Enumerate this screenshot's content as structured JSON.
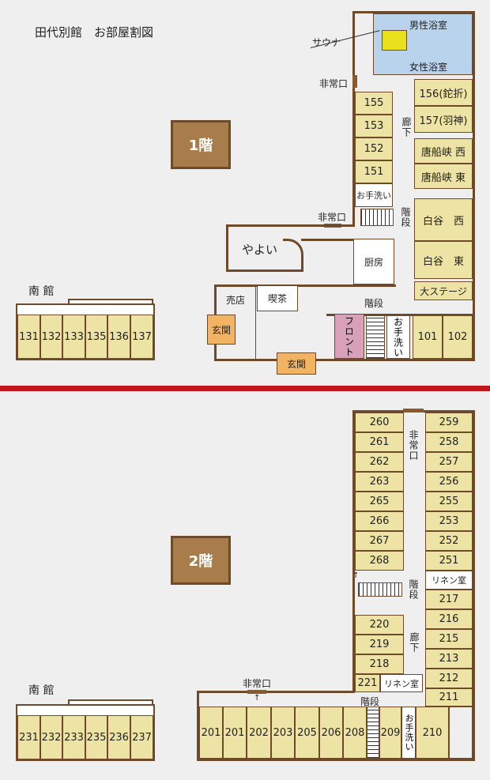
{
  "title": "田代別館　お部屋割図",
  "floor1": {
    "badge": "1階",
    "sauna": "サウナ",
    "men_bath": "男性浴室",
    "women_bath": "女性浴室",
    "exit_top": "非常口",
    "exit_mid": "非常口",
    "corridor": "廊下",
    "toilet": "お手洗い",
    "stairs_mid": "階段",
    "stairs_low": "階段",
    "yayoi": "やよい",
    "kitchen": "厨房",
    "shop": "売店",
    "cafe": "喫茶",
    "entrance_left": "玄関",
    "entrance_bottom": "玄関",
    "front": "フロント",
    "toilet_low": "お手洗い",
    "rooms_left": [
      "155",
      "153",
      "152",
      "151"
    ],
    "rooms_right": [
      "156(鉈折)",
      "157(羽神)",
      "唐船峡 西",
      "唐船峡 東"
    ],
    "shiratani_w": "白谷　西",
    "shiratani_e": "白谷　東",
    "stage": "大ステージ",
    "room_101": "101",
    "room_102": "102"
  },
  "south1": {
    "label": "南 館",
    "rooms": [
      "131",
      "132",
      "133",
      "135",
      "136",
      "137"
    ]
  },
  "floor2": {
    "badge": "2階",
    "exit_top": "非常口",
    "stairs_mid": "階段",
    "corridor": "廊下",
    "linen_right": "リネン室",
    "linen_mid": "リネン室",
    "exit_low": "非常口",
    "stairs_low": "階段",
    "toilet": "お手洗い",
    "rooms_left": [
      "260",
      "261",
      "262",
      "263",
      "265",
      "266",
      "267",
      "268"
    ],
    "rooms_left_low": [
      "220",
      "219",
      "218",
      "221"
    ],
    "rooms_right": [
      "259",
      "258",
      "257",
      "256",
      "255",
      "253",
      "252",
      "251"
    ],
    "rooms_right_low": [
      "217",
      "216",
      "215",
      "213",
      "212",
      "211"
    ],
    "rooms_bottom": [
      "201",
      "201",
      "202",
      "203",
      "205",
      "206",
      "208"
    ],
    "room_209": "209",
    "room_210": "210"
  },
  "south2": {
    "label": "南 館",
    "rooms": [
      "231",
      "232",
      "233",
      "235",
      "236",
      "237"
    ]
  },
  "colors": {
    "room": "#ede3a4",
    "wall": "#6e4a2a",
    "bath": "#b9d3ec",
    "sauna": "#e8e01a",
    "front": "#d9a0b9",
    "entrance": "#f2b463",
    "divider": "#c0161b",
    "badge": "#a97d4b"
  }
}
